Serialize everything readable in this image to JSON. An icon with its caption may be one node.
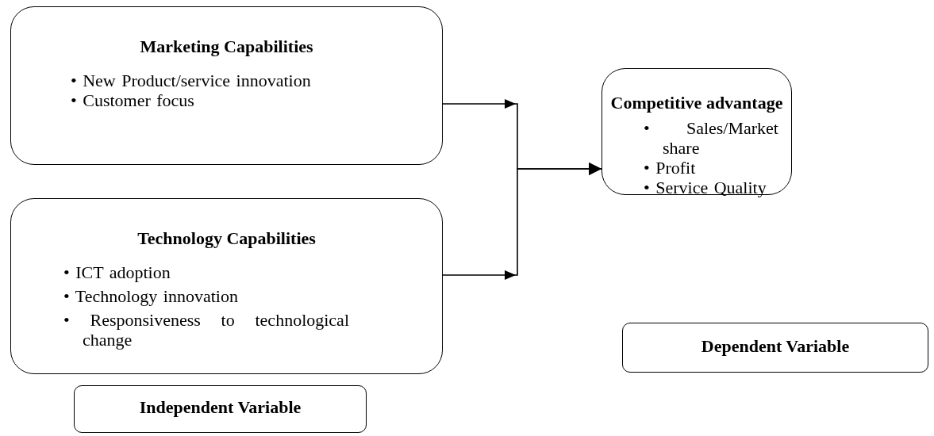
{
  "diagram": {
    "nodes": [
      {
        "text": [
          "Marketing Capabilities",
          "• New Product/service innovation",
          "• Customer focus"
        ]
      },
      {
        "text": [
          "Technology Capabilities",
          "• ICT adoption",
          "• Technology innovation",
          "• Responsiveness to technological change"
        ]
      },
      {
        "text": [
          "Competitive advantage",
          "• Sales/Market share",
          "• Profit",
          "• Service Quality"
        ]
      },
      {
        "text": [
          "Independent Variable"
        ]
      },
      {
        "text": [
          "Dependent Variable"
        ]
      }
    ],
    "edges": [
      {
        "from": 0,
        "to": 2,
        "arrow": "to"
      },
      {
        "from": 1,
        "to": 2,
        "arrow": "to"
      }
    ]
  }
}
